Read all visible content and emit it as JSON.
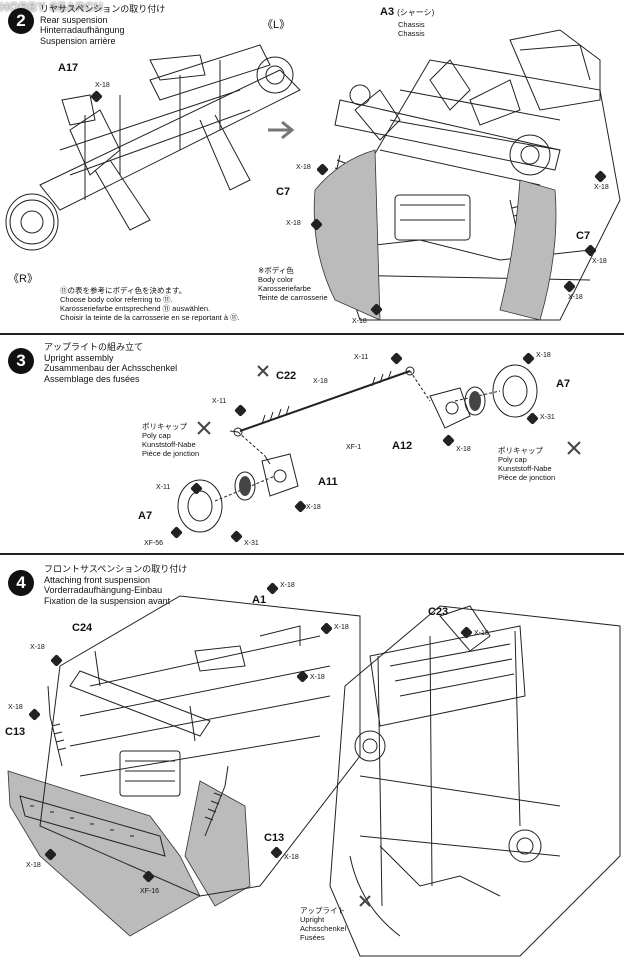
{
  "watermark": "HOBBY SEARCH",
  "step2": {
    "number": "2",
    "title_jp": "リヤサスペンションの取り付け",
    "title_en": "Rear suspension",
    "title_de": "Hinterradaufhängung",
    "title_fr": "Suspension arrière",
    "labels": {
      "A17": "A17",
      "L": "《L》",
      "R": "《R》",
      "A3": "A3",
      "A3_jp": "(シャーシ)",
      "chassis_en": "Chassis",
      "chassis_de": "Chassis",
      "C7a": "C7",
      "C7b": "C7"
    },
    "screws": [
      "X-18",
      "X-18",
      "X-18",
      "X-18",
      "X-18",
      "X-18",
      "X-18"
    ],
    "note_left": [
      "⑪の表を参考にボディ色を決めます。",
      "Choose body color referring to ⑪.",
      "Karosseriefarbe entsprechend ⑪ auswählen.",
      "Choisir la teinte de la carrosserie en se reportant à ⑪."
    ],
    "note_right": [
      "※ボディ色",
      "Body color",
      "Karosseriefarbe",
      "Teinte de carrosserie"
    ]
  },
  "step3": {
    "number": "3",
    "title_jp": "アップライトの組み立て",
    "title_en": "Upright assembly",
    "title_de": "Zusammenbau der Achsschenkel",
    "title_fr": "Assemblage des fusées",
    "labels": {
      "C22": "C22",
      "A12": "A12",
      "A11": "A11",
      "A7a": "A7",
      "A7b": "A7"
    },
    "screws": {
      "x11a": "X-11",
      "x18a": "X-18",
      "x11b": "X-11",
      "xf1": "XF-1",
      "x18b": "X-18",
      "x18c": "X-18",
      "x31a": "X-31",
      "x11c": "X-11",
      "x18d": "X-18",
      "xf56": "XF-56",
      "x31b": "X-31"
    },
    "polycap_left": [
      "ポリキャップ",
      "Poly cap",
      "Kunststoff-Nabe",
      "Pièce de jonction"
    ],
    "polycap_right": [
      "ポリキャップ",
      "Poly cap",
      "Kunststoff-Nabe",
      "Pièce de jonction"
    ]
  },
  "step4": {
    "number": "4",
    "title_jp": "フロントサスペンションの取り付け",
    "title_en": "Attaching front suspension",
    "title_de": "Vorderradaufhängung-Einbau",
    "title_fr": "Fixation de la suspension avant",
    "labels": {
      "A1": "A1",
      "C24": "C24",
      "C13a": "C13",
      "C13b": "C13",
      "C23": "C23"
    },
    "screws": {
      "a": "X-18",
      "b": "X-18",
      "c": "X-18",
      "d": "X-18",
      "e": "X-18",
      "f": "X-18",
      "g": "X-18",
      "h": "X-18",
      "xf16": "XF-16"
    },
    "upright": [
      "アップライト",
      "Upright",
      "Achsschenkel",
      "Fusées"
    ]
  }
}
